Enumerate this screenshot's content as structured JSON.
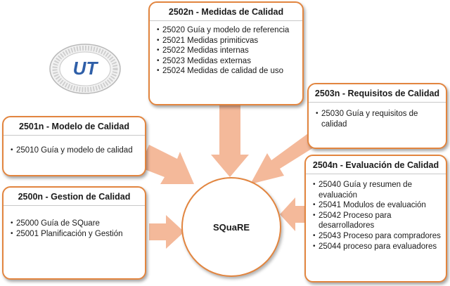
{
  "center": {
    "label": "SQuaRE"
  },
  "logo": {
    "initials": "UT",
    "ring_text": "UNIVERSIDAD TECNOLÓGICA DE AGUASCALIENTES"
  },
  "boxes": {
    "b2502": {
      "title": "2502n - Medidas de Calidad",
      "items": [
        "25020 Guía y modelo de referencia",
        "25021 Medidas primiticvas",
        "25022 Medidas internas",
        "25023 Medidas externas",
        "25024 Medidas de calidad de uso"
      ]
    },
    "b2503": {
      "title": "2503n - Requisitos de Calidad",
      "items": [
        "25030 Guía y requisitos de calidad"
      ]
    },
    "b2501": {
      "title": "2501n - Modelo de Calidad",
      "items": [
        "25010 Guía y modelo de calidad"
      ]
    },
    "b2500": {
      "title": "2500n - Gestion de Calidad",
      "items": [
        "25000 Guía de SQuare",
        "25001 Planificación y Gestión"
      ]
    },
    "b2504": {
      "title": "2504n - Evaluación de Calidad",
      "items": [
        "25040 Guía y resumen de evaluación",
        "25041 Modulos de evaluación",
        "25042 Proceso para desarrolladores",
        "25043 Proceso para compradores",
        "25044 proceso para evaluadores"
      ]
    }
  },
  "colors": {
    "border": "#e2853f",
    "arrow": "#f4b99a"
  }
}
